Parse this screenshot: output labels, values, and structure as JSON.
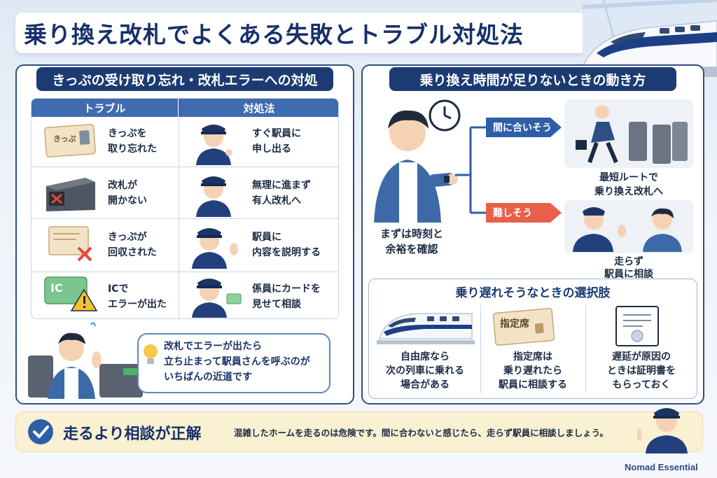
{
  "title": "乗り換え改札でよくある失敗とトラブル対処法",
  "left": {
    "header": "きっぷの受け取り忘れ・改札エラーへの対処",
    "col_trouble": "トラブル",
    "col_action": "対処法",
    "rows": [
      {
        "ticket_label": "きっぷ",
        "trouble_1": "きっぷを",
        "trouble_2": "取り忘れた",
        "action_1": "すぐ駅員に",
        "action_2": "申し出る"
      },
      {
        "trouble_1": "改札が",
        "trouble_2": "開かない",
        "action_1": "無理に進まず",
        "action_2": "有人改札へ"
      },
      {
        "trouble_1": "きっぷが",
        "trouble_2": "回収された",
        "action_1": "駅員に",
        "action_2": "内容を説明する"
      },
      {
        "ic_label": "IC",
        "trouble_1": "ICで",
        "trouble_2": "エラーが出た",
        "action_1": "係員にカードを",
        "action_2": "見せて相談"
      }
    ],
    "bubble_1": "改札でエラーが出たら",
    "bubble_2": "立ち止まって駅員さんを呼ぶのが",
    "bubble_3": "いちばんの近道です"
  },
  "right": {
    "header": "乗り換え時間が足りないときの動き方",
    "check_1": "まずは時刻と",
    "check_2": "余裕を確認",
    "ok_tag": "間に合いそう",
    "ok_1": "最短ルートで",
    "ok_2": "乗り換え改札へ",
    "hard_tag": "難しそう",
    "hard_1": "走らず",
    "hard_2": "駅員に相談",
    "options_header": "乗り遅れそうなときの選択肢",
    "reserved_label": "指定席",
    "options": [
      {
        "l1": "自由席なら",
        "l2": "次の列車に乗れる",
        "l3": "場合がある"
      },
      {
        "l1": "指定席は",
        "l2": "乗り遅れたら",
        "l3": "駅員に相談する"
      },
      {
        "l1": "遅延が原因の",
        "l2": "ときは証明書を",
        "l3": "もらっておく"
      }
    ]
  },
  "bottom": {
    "headline": "走るより相談が正解",
    "message": "混雑したホームを走るのは危険です。間に合わないと感じたら、走らず駅員に相談しましょう。"
  },
  "brand": "Nomad Essential",
  "colors": {
    "navy": "#1c3b73",
    "blue": "#3f6bb0",
    "ok": "#2f5ea8",
    "hard": "#e8604a",
    "bottom_bg": "#faf0d2"
  }
}
